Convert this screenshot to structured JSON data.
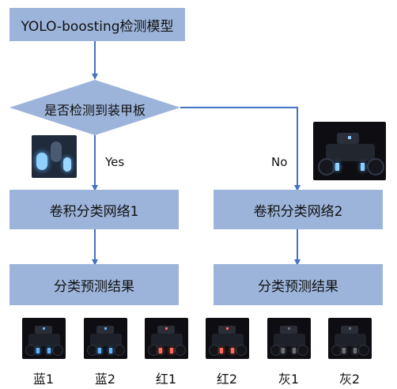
{
  "nodes": {
    "model": "YOLO-boosting检测模型",
    "decision": "是否检测到装甲板",
    "cnn1": "卷积分类网络1",
    "cnn2": "卷积分类网络2",
    "result1": "分类预测结果",
    "result2": "分类预测结果"
  },
  "edges": {
    "yes_label": "Yes",
    "no_label": "No"
  },
  "classes": [
    {
      "label": "蓝1",
      "light_color": "#5fb2ff"
    },
    {
      "label": "蓝2",
      "light_color": "#5fb2ff"
    },
    {
      "label": "红1",
      "light_color": "#ff6a5a"
    },
    {
      "label": "红2",
      "light_color": "#ff6a5a"
    },
    {
      "label": "灰1",
      "light_color": "#6d7078"
    },
    {
      "label": "灰2",
      "light_color": "#6d7078"
    }
  ],
  "colors": {
    "box_fill": "#9db4da",
    "arrow": "#4472c4"
  }
}
